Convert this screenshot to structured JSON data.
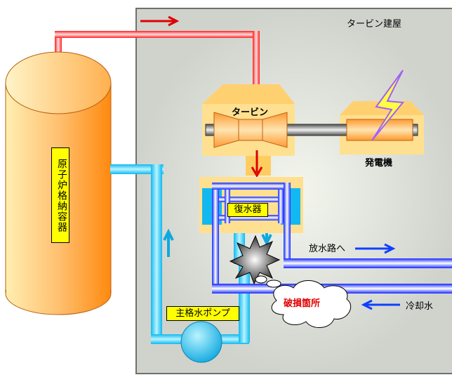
{
  "building": {
    "label": "タービン建屋"
  },
  "containment": {
    "label": "原子炉格納容器"
  },
  "turbine": {
    "label": "タービン"
  },
  "generator": {
    "label": "発電機"
  },
  "condenser": {
    "label": "復水器"
  },
  "discharge": {
    "label": "放水路へ"
  },
  "cooling_water": {
    "label": "冷却水"
  },
  "damage": {
    "label": "破損箇所"
  },
  "pump": {
    "label": "主格水ポンプ"
  },
  "colors": {
    "steam_pipe": "#ff3030",
    "water_pipe": "#22c8f0",
    "seawater_pipe": "#1c3cff",
    "arrow_blue": "#1040ff",
    "arrow_red": "#e00000",
    "building_bg": "#cfd3cc",
    "vessel": "#ffb060",
    "highlight": "#ffff00"
  }
}
